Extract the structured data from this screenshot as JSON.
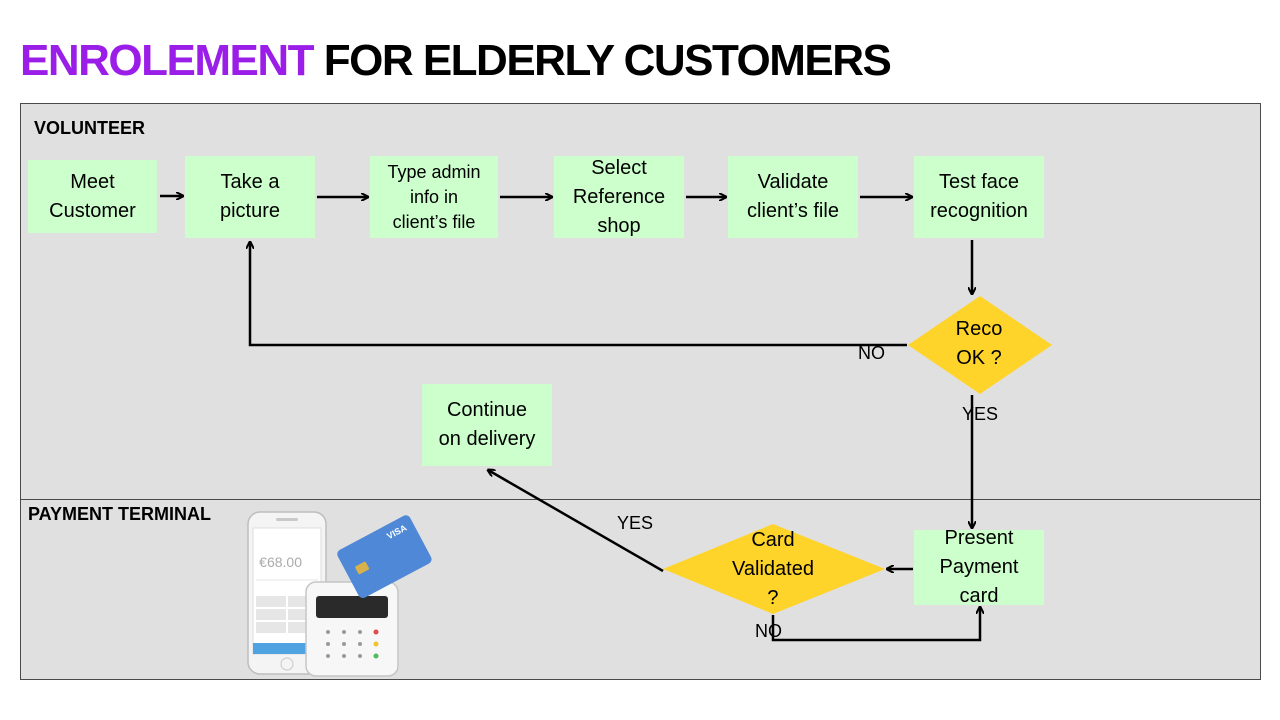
{
  "title": {
    "accent": "ENROLEMENT",
    "rest": " FOR ELDERLY CUSTOMERS"
  },
  "lanes": {
    "volunteer": "VOLUNTEER",
    "payment": "PAYMENT TERMINAL"
  },
  "nodes": {
    "meet_customer": "Meet\nCustomer",
    "take_picture": "Take a\npicture",
    "type_admin": "Type admin\ninfo in\nclient’s file",
    "select_shop": "Select\nReference\nshop",
    "validate_file": "Validate\nclient’s file",
    "test_face": "Test face\nrecognition",
    "reco_ok": "Reco\nOK ?",
    "continue_delivery": "Continue\non delivery",
    "present_card": "Present\nPayment\ncard",
    "card_validated": "Card\nValidated\n?"
  },
  "edge_labels": {
    "reco_no": "NO",
    "reco_yes": "YES",
    "card_yes": "YES",
    "card_no": "NO"
  },
  "device_image": {
    "phone_amount": "€68.00",
    "card_brand": "VISA"
  },
  "colors": {
    "accent": "#9b1ee8",
    "process": "#ccffcc",
    "decision": "#ffd42a",
    "lane": "#e0e0e0"
  }
}
